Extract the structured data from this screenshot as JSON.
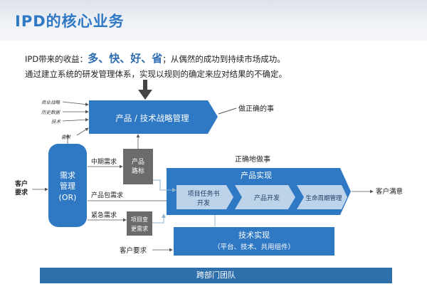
{
  "page": {
    "title": "IPD的核心业务"
  },
  "intro": {
    "benefit_prefix": "IPD带来的收益：",
    "b1": "多",
    "b2": "快",
    "b3": "好",
    "b4": "省",
    "sep": "、",
    "benefit_suffix": "；从偶然的成功到持续市场成功。",
    "line2": "通过建立系统的研发管理体系，实现以规则的确定来应对结果的不确定。"
  },
  "diagram": {
    "inputs": {
      "business_strategy": "商业战略",
      "history_data": "历史数据",
      "technology": "技术",
      "demand": "需求"
    },
    "strategy_box": "产品 / 技术战略管理",
    "do_right_things": "做正确的事",
    "customer_req_left_1": "客户",
    "customer_req_left_2": "要求",
    "or_box_1": "需求",
    "or_box_2": "管理",
    "or_box_3": "(OR)",
    "long_term_req": "中期需求",
    "roadmap_1": "产品",
    "roadmap_2": "路标",
    "package_req": "产品包需求",
    "urgent_req": "紧急需求",
    "change_1": "项目变",
    "change_2": "更需求",
    "customer_req_bottom": "客户要求",
    "do_things_right": "正确地做事",
    "product_realization": "产品实现",
    "task_book_1": "项目任务书",
    "task_book_2": "开发",
    "product_dev": "产品开发",
    "lifecycle": "生命周期管理",
    "customer_satisfaction": "客户满意",
    "tech_real_1": "技术实现",
    "tech_real_2": "（平台、技术、共用组件）",
    "cross_team": "跨部门团队"
  }
}
